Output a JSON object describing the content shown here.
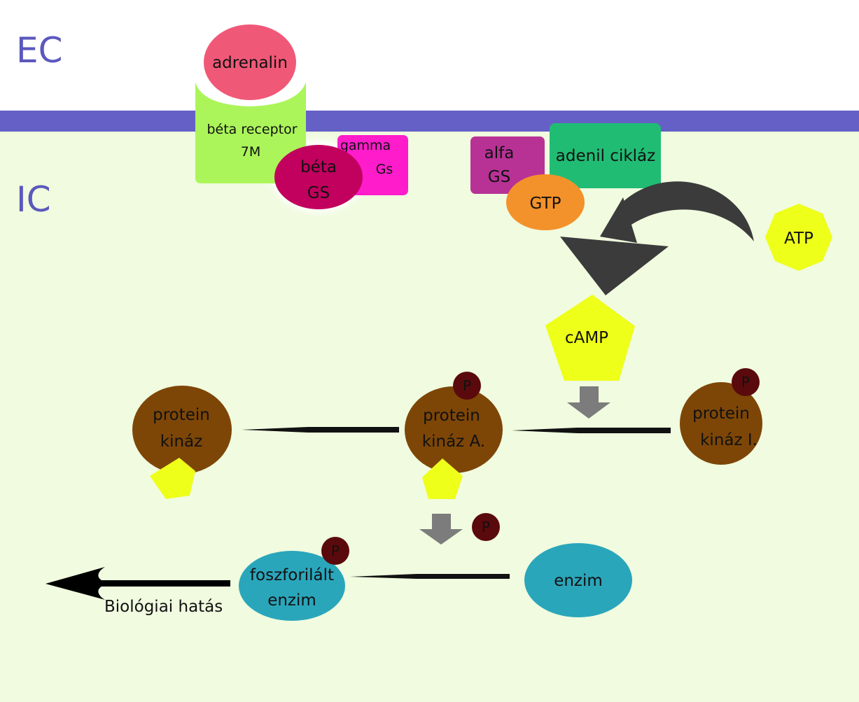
{
  "regions": {
    "extracellular": "EC",
    "intracellular": "IC"
  },
  "receptor": {
    "line1": "béta receptor",
    "line2": "7M"
  },
  "adrenalin": "adrenalin",
  "beta_gs": {
    "line1": "béta",
    "line2": "GS"
  },
  "gamma_gs": {
    "line1": "gamma",
    "line2": "Gs"
  },
  "alfa_gs": {
    "line1": "alfa",
    "line2": "GS"
  },
  "gtp": "GTP",
  "adenil_ciklaz": "adenil cikláz",
  "atp": "ATP",
  "camp": "cAMP",
  "pk_inactive": {
    "line1": "protein",
    "line2": "kináz I."
  },
  "pk_active": {
    "line1": "protein",
    "line2": "kináz A."
  },
  "pk_left": {
    "line1": "protein",
    "line2": "kináz"
  },
  "phosphate": "P",
  "enzim": "enzim",
  "phospho_enzim": {
    "line1": "foszforilált",
    "line2": "enzim"
  },
  "bio_effect": "Biológiai hatás",
  "colors": {
    "membrane": "#6560c5",
    "cytoplasm": "#f0fbdf",
    "receptor": "#abf55a",
    "adrenalin": "#f05877",
    "beta_gs": "#c2005e",
    "gamma_gs": "#ff1ccb",
    "alfa_gs": "#b83296",
    "gtp": "#f3922a",
    "adenil_ciklaz": "#21bc74",
    "camp": "#eeff1a",
    "kinase": "#7d4607",
    "phosphate": "#5a0a0c",
    "enzim": "#2aa6bb",
    "curve_arrow": "#3b3b3b",
    "small_arrow": "#7c7c7c"
  }
}
